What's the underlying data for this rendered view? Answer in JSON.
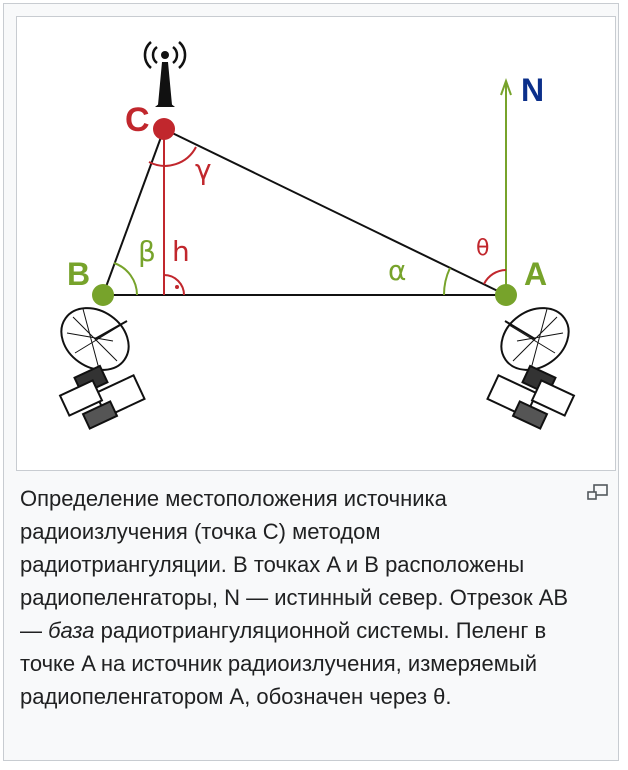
{
  "diagram": {
    "labels": {
      "c": "C",
      "b": "B",
      "a": "A",
      "n": "N",
      "h": "h",
      "alpha": "α",
      "beta": "β",
      "gamma": "γ",
      "theta": "θ"
    },
    "colors": {
      "red": "#c1272d",
      "green": "#77a32b",
      "navy": "#0b2f8a",
      "black": "#111111"
    },
    "icons": [
      "radio-tower-icon",
      "radar-dish-icon",
      "radar-dish-icon"
    ]
  },
  "caption": {
    "part1": "Определение местоположения источника радиоизлучения (точка C) методом радиотриангуляции. В точках A и B расположены радиопеленгаторы, N — истинный север. Отрезок AB — ",
    "emph": "база",
    "part2": " радиотриангуляционной системы. Пеленг в точке A на источник радиоизлучения, измеряемый радиопеленгатором A, обозначен через θ."
  },
  "magnify_icon": "magnify-icon"
}
